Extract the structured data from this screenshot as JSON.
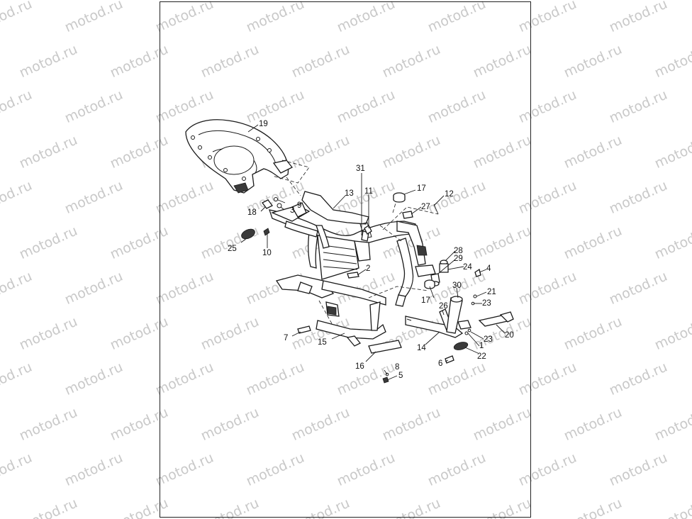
{
  "watermark": {
    "text": "motod.ru",
    "color": "#c9c9c9"
  },
  "callouts": {
    "c1": "1",
    "c2": "2",
    "c3": "3",
    "c4": "4",
    "c5": "5",
    "c6": "6",
    "c7": "7",
    "c8": "8",
    "c9": "9",
    "c10": "10",
    "c11": "11",
    "c12": "12",
    "c13": "13",
    "c14": "14",
    "c15": "15",
    "c16": "16",
    "c17a": "17",
    "c17b": "17",
    "c18": "18",
    "c19": "19",
    "c20": "20",
    "c21": "21",
    "c22": "22",
    "c23a": "23",
    "c23b": "23",
    "c24": "24",
    "c25": "25",
    "c26": "26",
    "c27": "27",
    "c28": "28",
    "c29": "29",
    "c30": "30",
    "c31": "31"
  }
}
